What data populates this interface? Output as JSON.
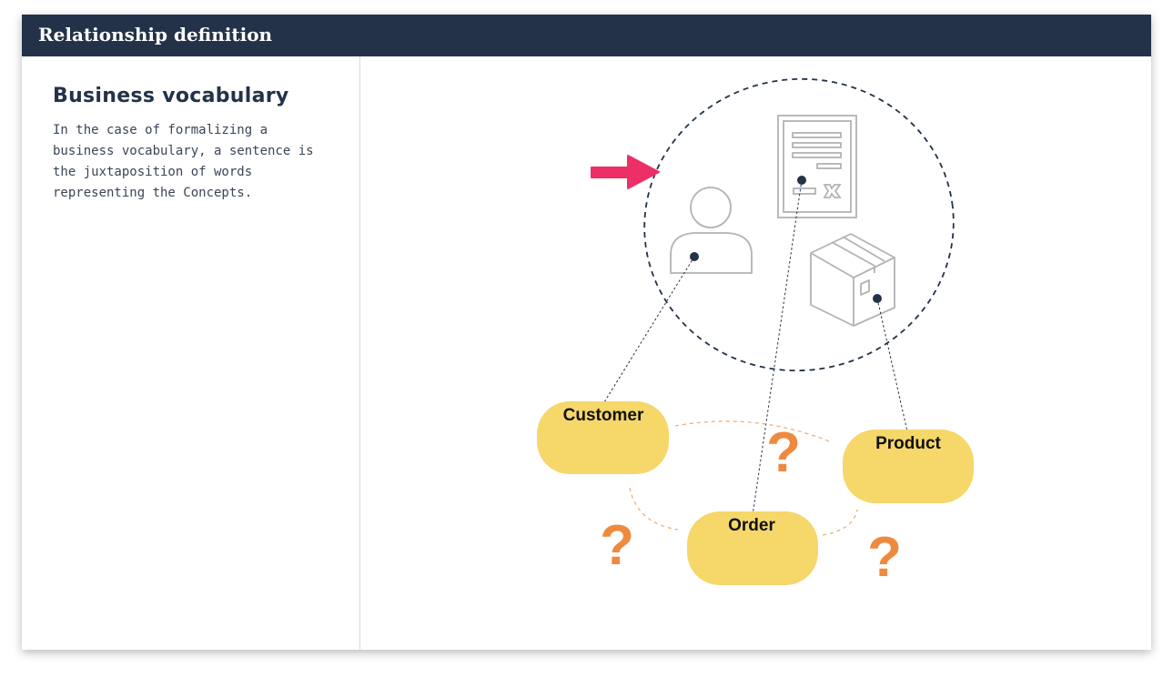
{
  "header": {
    "title": "Relationship definition"
  },
  "sidebar": {
    "title": "Business vocabulary",
    "body": "In the case of formalizing a business vocabulary, a sentence is the juxtaposition of words representing the Concepts."
  },
  "diagram": {
    "icons": [
      "person-icon",
      "document-icon",
      "box-icon"
    ],
    "nodes": {
      "customer": "Customer",
      "order": "Order",
      "product": "Product"
    },
    "question_mark": "?",
    "colors": {
      "node_fill": "#f5d76a",
      "question_mark": "#ee8a3e",
      "arrow": "#ec2f67",
      "header": "#233249",
      "connector": "#233249",
      "relation_line": "#f0a96a",
      "icon_stroke": "#b3b3b3"
    }
  }
}
